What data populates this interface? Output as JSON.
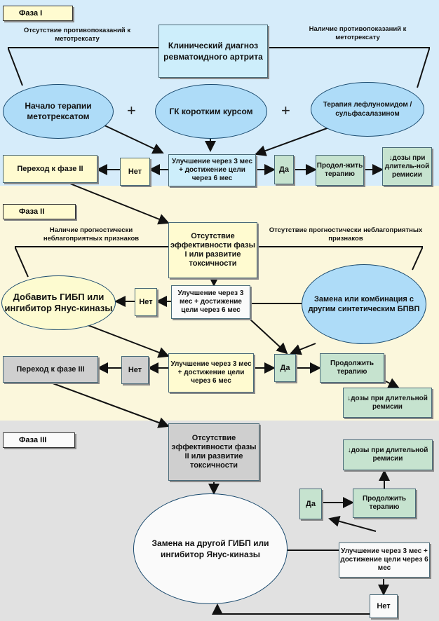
{
  "phase1": {
    "title": "Фаза I",
    "diagnosis": "Клинический диагноз ревматоидного артрита",
    "left_branch": "Отсутствие противопоказаний к метотрексату",
    "right_branch": "Наличие противопоказаний к метотрексату",
    "start_mtx": "Начало терапии метотрексатом",
    "gk": "ГК коротким курсом",
    "alt_therapy": "Терапия лефлуномидом / сульфасалазином",
    "plus": "+",
    "improvement": "Улучшение через 3 мес + достижение цели через 6 мес",
    "no": "Нет",
    "yes": "Да",
    "next_phase": "Переход к фазе II",
    "continue": "Продол-жить терапию",
    "reduce": "↓дозы при длитель-ной ремисии"
  },
  "phase2": {
    "title": "Фаза II",
    "fail": "Отсутствие эффективности фазы I или развитие токсичности",
    "left_branch": "Наличие прогностически неблагоприятных признаков",
    "right_branch": "Отсутствие прогностически неблагоприятных признаков",
    "add_bio": "Добавить ГИБП или ингибитор Янус-киназы",
    "replace": "Замена или комбинация с другим синтетическим БПВП",
    "improvement_a": "Улучшение через 3 мес + достижение цели через 6 мес",
    "improvement_b": "Улучшение через 3 мес + достижение цели через 6 мес",
    "no_a": "Нет",
    "no_b": "Нет",
    "yes": "Да",
    "next_phase": "Переход к фазе III",
    "continue": "Продолжить терапию",
    "reduce": "↓дозы при длительной ремисии"
  },
  "phase3": {
    "title": "Фаза III",
    "fail": "Отсутствие эффективности фазы II или развитие токсичности",
    "replace": "Замена на другой ГИБП или ингибитор Янус-киназы",
    "improvement": "Улучшение через 3 мес + достижение цели через 6 мес",
    "no": "Нет",
    "yes": "Да",
    "continue": "Продолжить терапию",
    "reduce": "↓дозы при длительной ремисии"
  }
}
